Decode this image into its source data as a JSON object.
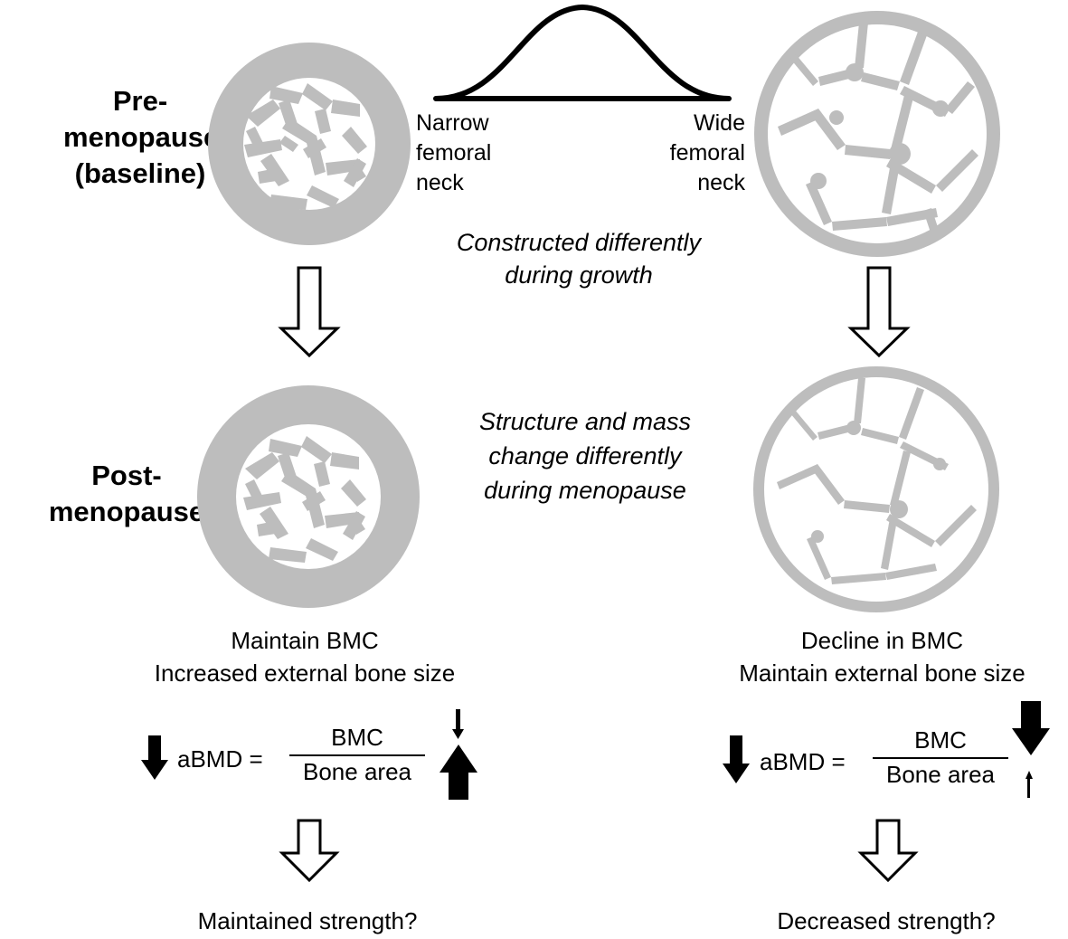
{
  "row_labels": {
    "pre": [
      "Pre-",
      "menopause",
      "(baseline)"
    ],
    "post": [
      "Post-",
      "menopause"
    ]
  },
  "distribution": {
    "left_label": [
      "Narrow",
      "femoral",
      "neck"
    ],
    "right_label": [
      "Wide",
      "femoral",
      "neck"
    ]
  },
  "annotations": {
    "growth": [
      "Constructed differently",
      "during growth"
    ],
    "menopause": [
      "Structure and mass",
      "change differently",
      "during menopause"
    ]
  },
  "narrow_column": {
    "status": [
      "Maintain BMC",
      "Increased external bone size"
    ],
    "equation": {
      "lhs": "aBMD =",
      "numerator": "BMC",
      "denominator": "Bone area"
    },
    "outcome": "Maintained strength?"
  },
  "wide_column": {
    "status": [
      "Decline in BMC",
      "Maintain external bone size"
    ],
    "equation": {
      "lhs": "aBMD =",
      "numerator": "BMC",
      "denominator": "Bone area"
    },
    "outcome": "Decreased strength?"
  },
  "colors": {
    "bone": "#bdbdbd",
    "ink": "#000000",
    "background": "#ffffff"
  }
}
